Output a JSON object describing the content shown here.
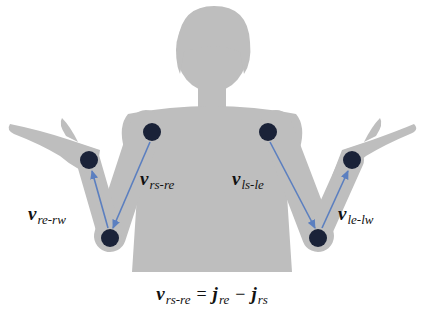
{
  "diagram": {
    "labels": [
      "v",
      "rs-re",
      "v",
      "ls-le",
      "v",
      "re-rw",
      "v",
      "le-lw",
      "v",
      "rs-re",
      "=",
      "j",
      "re",
      "−",
      "j",
      "rs"
    ]
  }
}
